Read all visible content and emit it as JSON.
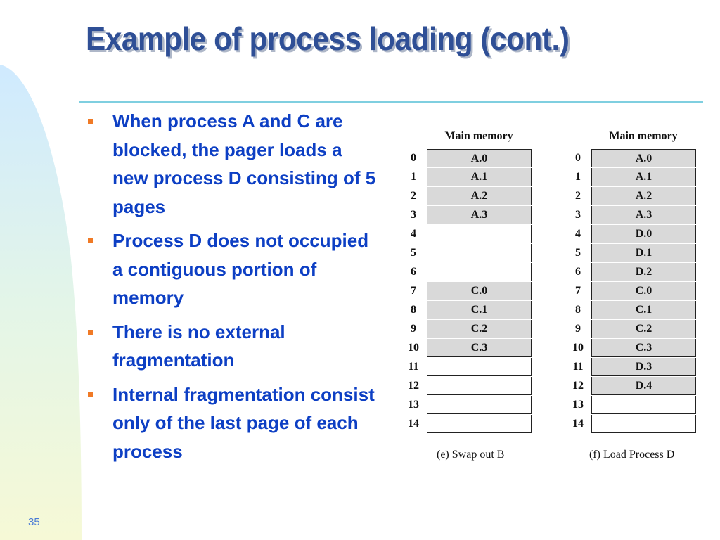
{
  "slide": {
    "title": "Example of process loading (cont.)",
    "number": "35",
    "colors": {
      "title": "#2f4f96",
      "bullet_text": "#0d3fc4",
      "bullet_mark": "#f07a26",
      "rule": "#7fcfe0",
      "filled_cell": "#d9d9d9"
    }
  },
  "bullets": [
    "When process A and C are blocked, the pager loads a new process D consisting of 5 pages",
    "Process D does not occupied a contiguous portion of memory",
    "There is no external fragmentation",
    "Internal fragmentation consist only of the last page of each process"
  ],
  "memory_diagrams": [
    {
      "header": "Main memory",
      "caption": "(e) Swap out B",
      "frames": [
        {
          "num": "0",
          "content": "A.0"
        },
        {
          "num": "1",
          "content": "A.1"
        },
        {
          "num": "2",
          "content": "A.2"
        },
        {
          "num": "3",
          "content": "A.3"
        },
        {
          "num": "4",
          "content": ""
        },
        {
          "num": "5",
          "content": ""
        },
        {
          "num": "6",
          "content": ""
        },
        {
          "num": "7",
          "content": "C.0"
        },
        {
          "num": "8",
          "content": "C.1"
        },
        {
          "num": "9",
          "content": "C.2"
        },
        {
          "num": "10",
          "content": "C.3"
        },
        {
          "num": "11",
          "content": ""
        },
        {
          "num": "12",
          "content": ""
        },
        {
          "num": "13",
          "content": ""
        },
        {
          "num": "14",
          "content": ""
        }
      ]
    },
    {
      "header": "Main memory",
      "caption": "(f) Load Process D",
      "frames": [
        {
          "num": "0",
          "content": "A.0"
        },
        {
          "num": "1",
          "content": "A.1"
        },
        {
          "num": "2",
          "content": "A.2"
        },
        {
          "num": "3",
          "content": "A.3"
        },
        {
          "num": "4",
          "content": "D.0"
        },
        {
          "num": "5",
          "content": "D.1"
        },
        {
          "num": "6",
          "content": "D.2"
        },
        {
          "num": "7",
          "content": "C.0"
        },
        {
          "num": "8",
          "content": "C.1"
        },
        {
          "num": "9",
          "content": "C.2"
        },
        {
          "num": "10",
          "content": "C.3"
        },
        {
          "num": "11",
          "content": "D.3"
        },
        {
          "num": "12",
          "content": "D.4"
        },
        {
          "num": "13",
          "content": ""
        },
        {
          "num": "14",
          "content": ""
        }
      ]
    }
  ]
}
